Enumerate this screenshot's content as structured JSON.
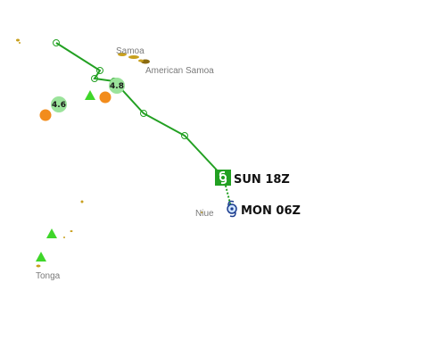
{
  "map": {
    "places": [
      {
        "id": "samoa",
        "label": "Samoa"
      },
      {
        "id": "american-samoa",
        "label": "American Samoa"
      },
      {
        "id": "niue",
        "label": "Niue"
      },
      {
        "id": "tonga",
        "label": "Tonga"
      }
    ],
    "storm": {
      "track_color": "#22a022",
      "forecast_labels": {
        "current": "SUN 18Z",
        "forecast": "MON 06Z"
      }
    },
    "earthquakes": [
      {
        "magnitude": "4.6",
        "color": "#f28c1c"
      },
      {
        "magnitude": "4.8",
        "color": "#f28c1c"
      }
    ],
    "volcano_color": "#3fd62a",
    "land_color": "#c8a01e"
  }
}
